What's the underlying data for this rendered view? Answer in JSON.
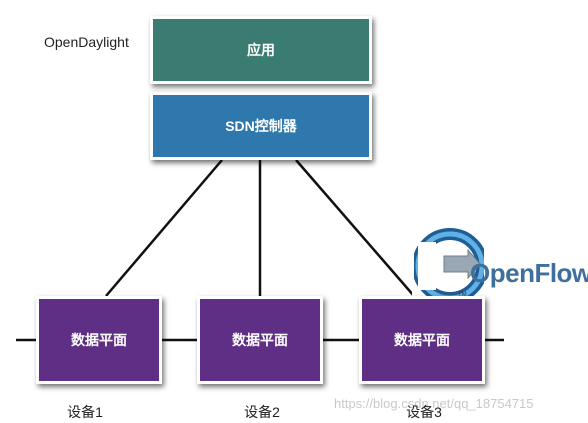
{
  "diagram": {
    "framework_label": "OpenDaylight",
    "application_label": "应用",
    "controller_label": "SDN控制器",
    "data_planes": [
      {
        "label": "数据平面",
        "device": "设备1"
      },
      {
        "label": "数据平面",
        "device": "设备2"
      },
      {
        "label": "数据平面",
        "device": "设备3"
      }
    ],
    "logo_text": "OpenFlow",
    "watermark": "https://blog.csdn.net/qq_18754715"
  },
  "colors": {
    "application": "#3a7c72",
    "controller": "#2f78ad",
    "data_plane": "#5e2f85",
    "logo": "#3f6f9c"
  }
}
